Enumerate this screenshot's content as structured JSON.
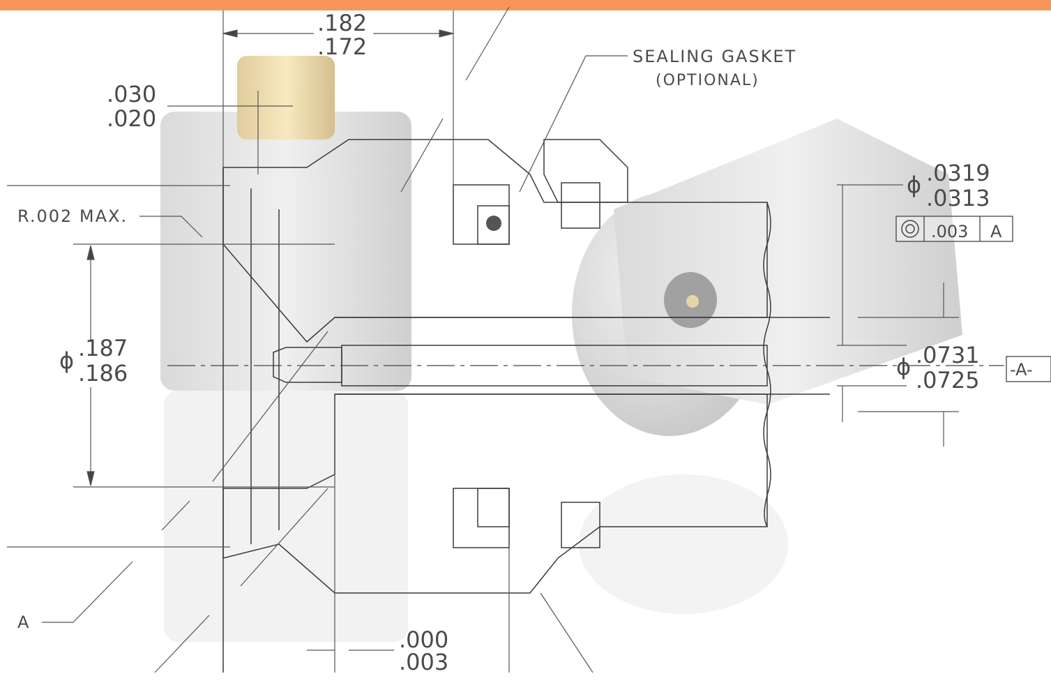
{
  "colors": {
    "accent_bar": "#f7955a",
    "line": "#3a3a3a",
    "text": "#4a4a4a",
    "metal": "#b8b8b8",
    "brass": "#d4b260"
  },
  "dimensions": {
    "top_upper": ".182",
    "top_lower": ".172",
    "left_upper": ".030",
    "left_lower": ".020",
    "radius_note": "R.002 MAX.",
    "dia_outer_upper": ".187",
    "dia_outer_lower": ".186",
    "dia_pin_upper": ".0319",
    "dia_pin_lower": ".0313",
    "dia_bore_upper": ".0731",
    "dia_bore_lower": ".0725",
    "bottom_upper": ".000",
    "bottom_lower": ".003",
    "diameter_symbol": "ϕ"
  },
  "labels": {
    "gasket_line1": "SEALING GASKET",
    "gasket_line2": "(OPTIONAL)",
    "datum_a": "A",
    "datum_box": "-A-"
  },
  "tolerance_frame": {
    "symbol": "concentricity-icon",
    "value": ".003",
    "datum": "A"
  }
}
